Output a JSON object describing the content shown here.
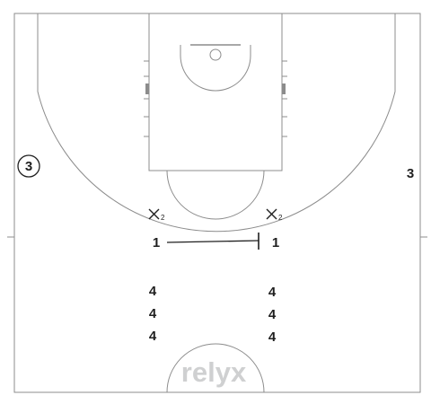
{
  "court": {
    "line_color": "#8c8c8c",
    "background": "#ffffff"
  },
  "players": {
    "left_wing_circled": "3",
    "right_wing": "3",
    "left_top": "1",
    "right_top": "1",
    "left_stack": [
      "4",
      "4",
      "4"
    ],
    "right_stack": [
      "4",
      "4",
      "4"
    ]
  },
  "defenders": {
    "left_sub": "2",
    "right_sub": "2"
  },
  "watermark": {
    "text": "relyx"
  }
}
